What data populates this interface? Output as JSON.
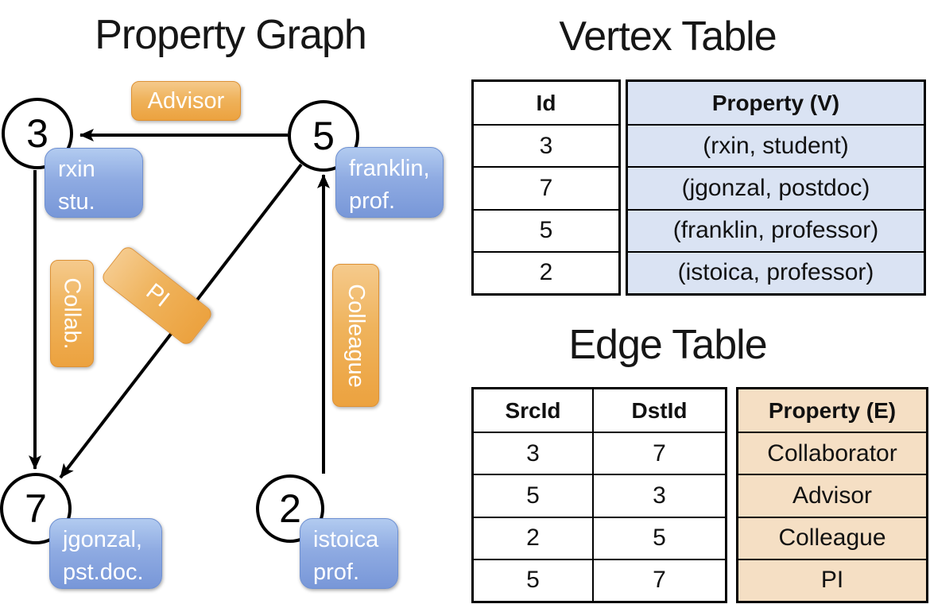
{
  "titles": {
    "property_graph": "Property Graph",
    "vertex_table": "Vertex Table",
    "edge_table": "Edge Table"
  },
  "graph": {
    "vertices": [
      {
        "id": "3",
        "property_lines": [
          "rxin",
          "stu."
        ]
      },
      {
        "id": "5",
        "property_lines": [
          "franklin,",
          "prof."
        ]
      },
      {
        "id": "7",
        "property_lines": [
          "jgonzal,",
          "pst.doc."
        ]
      },
      {
        "id": "2",
        "property_lines": [
          "istoica",
          "prof."
        ]
      }
    ],
    "edges": [
      {
        "label": "Advisor",
        "from": "5",
        "to": "3"
      },
      {
        "label": "Collab.",
        "from": "3",
        "to": "7"
      },
      {
        "label": "PI",
        "from": "5",
        "to": "7"
      },
      {
        "label": "Colleague",
        "from": "2",
        "to": "5"
      }
    ]
  },
  "vertex_table": {
    "headers": [
      "Id",
      "Property (V)"
    ],
    "rows": [
      [
        "3",
        "(rxin, student)"
      ],
      [
        "7",
        "(jgonzal, postdoc)"
      ],
      [
        "5",
        "(franklin, professor)"
      ],
      [
        "2",
        "(istoica, professor)"
      ]
    ]
  },
  "edge_table": {
    "headers": [
      "SrcId",
      "DstId",
      "Property (E)"
    ],
    "rows": [
      [
        "3",
        "7",
        "Collaborator"
      ],
      [
        "5",
        "3",
        "Advisor"
      ],
      [
        "2",
        "5",
        "Colleague"
      ],
      [
        "5",
        "7",
        "PI"
      ]
    ]
  },
  "colors": {
    "edge_label_orange": "#eca23f",
    "vertex_card_blue": "#7d9dda",
    "vertex_table_fill": "#dae3f3",
    "edge_table_fill": "#f5dfc4",
    "line_black": "#000000"
  }
}
